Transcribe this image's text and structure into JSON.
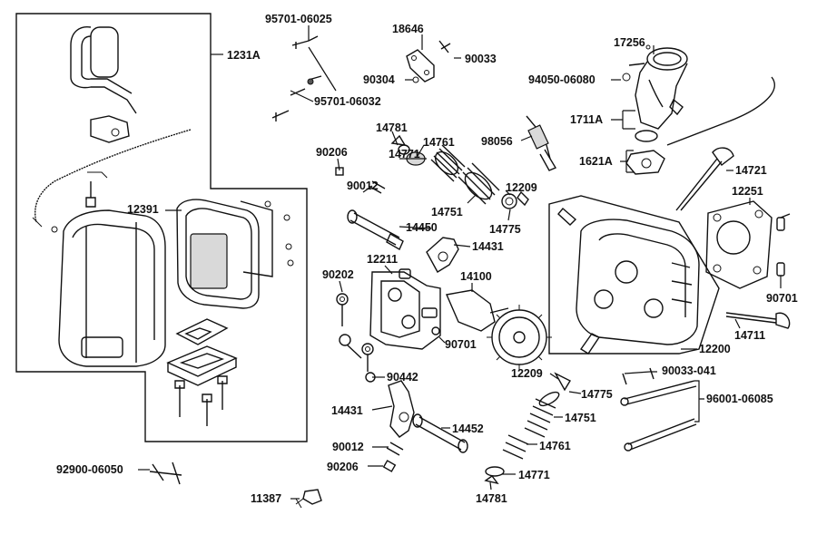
{
  "diagram": {
    "labels": {
      "p1231A": "1231A",
      "p95701_06025": "95701-06025",
      "p95701_06032": "95701-06032",
      "p18646": "18646",
      "p90304": "90304",
      "p90033": "90033",
      "p17256": "17256",
      "p94050_06080": "94050-06080",
      "p1711A": "1711A",
      "p1621A": "1621A",
      "p14781a": "14781",
      "p14761a": "14761",
      "p98056": "98056",
      "p90206a": "90206",
      "p14771a": "14771",
      "p90012a": "90012",
      "p12209a": "12209",
      "p14751a": "14751",
      "p14775a": "14775",
      "p12391": "12391",
      "p14450": "14450",
      "p14431a": "14431",
      "p14721": "14721",
      "p12251": "12251",
      "p90202": "90202",
      "p12211": "12211",
      "p14100": "14100",
      "p90701a": "90701",
      "p90701b": "90701",
      "p14711": "14711",
      "p12200": "12200",
      "p90442": "90442",
      "p12209b": "12209",
      "p90033_041": "90033-041",
      "p14775b": "14775",
      "p96001_06085": "96001-06085",
      "p14431b": "14431",
      "p14751b": "14751",
      "p14452": "14452",
      "p14761b": "14761",
      "p90012b": "90012",
      "p90206b": "90206",
      "p14771b": "14771",
      "p92900_06050": "92900-06050",
      "p11387": "11387",
      "p14781b": "14781"
    }
  }
}
